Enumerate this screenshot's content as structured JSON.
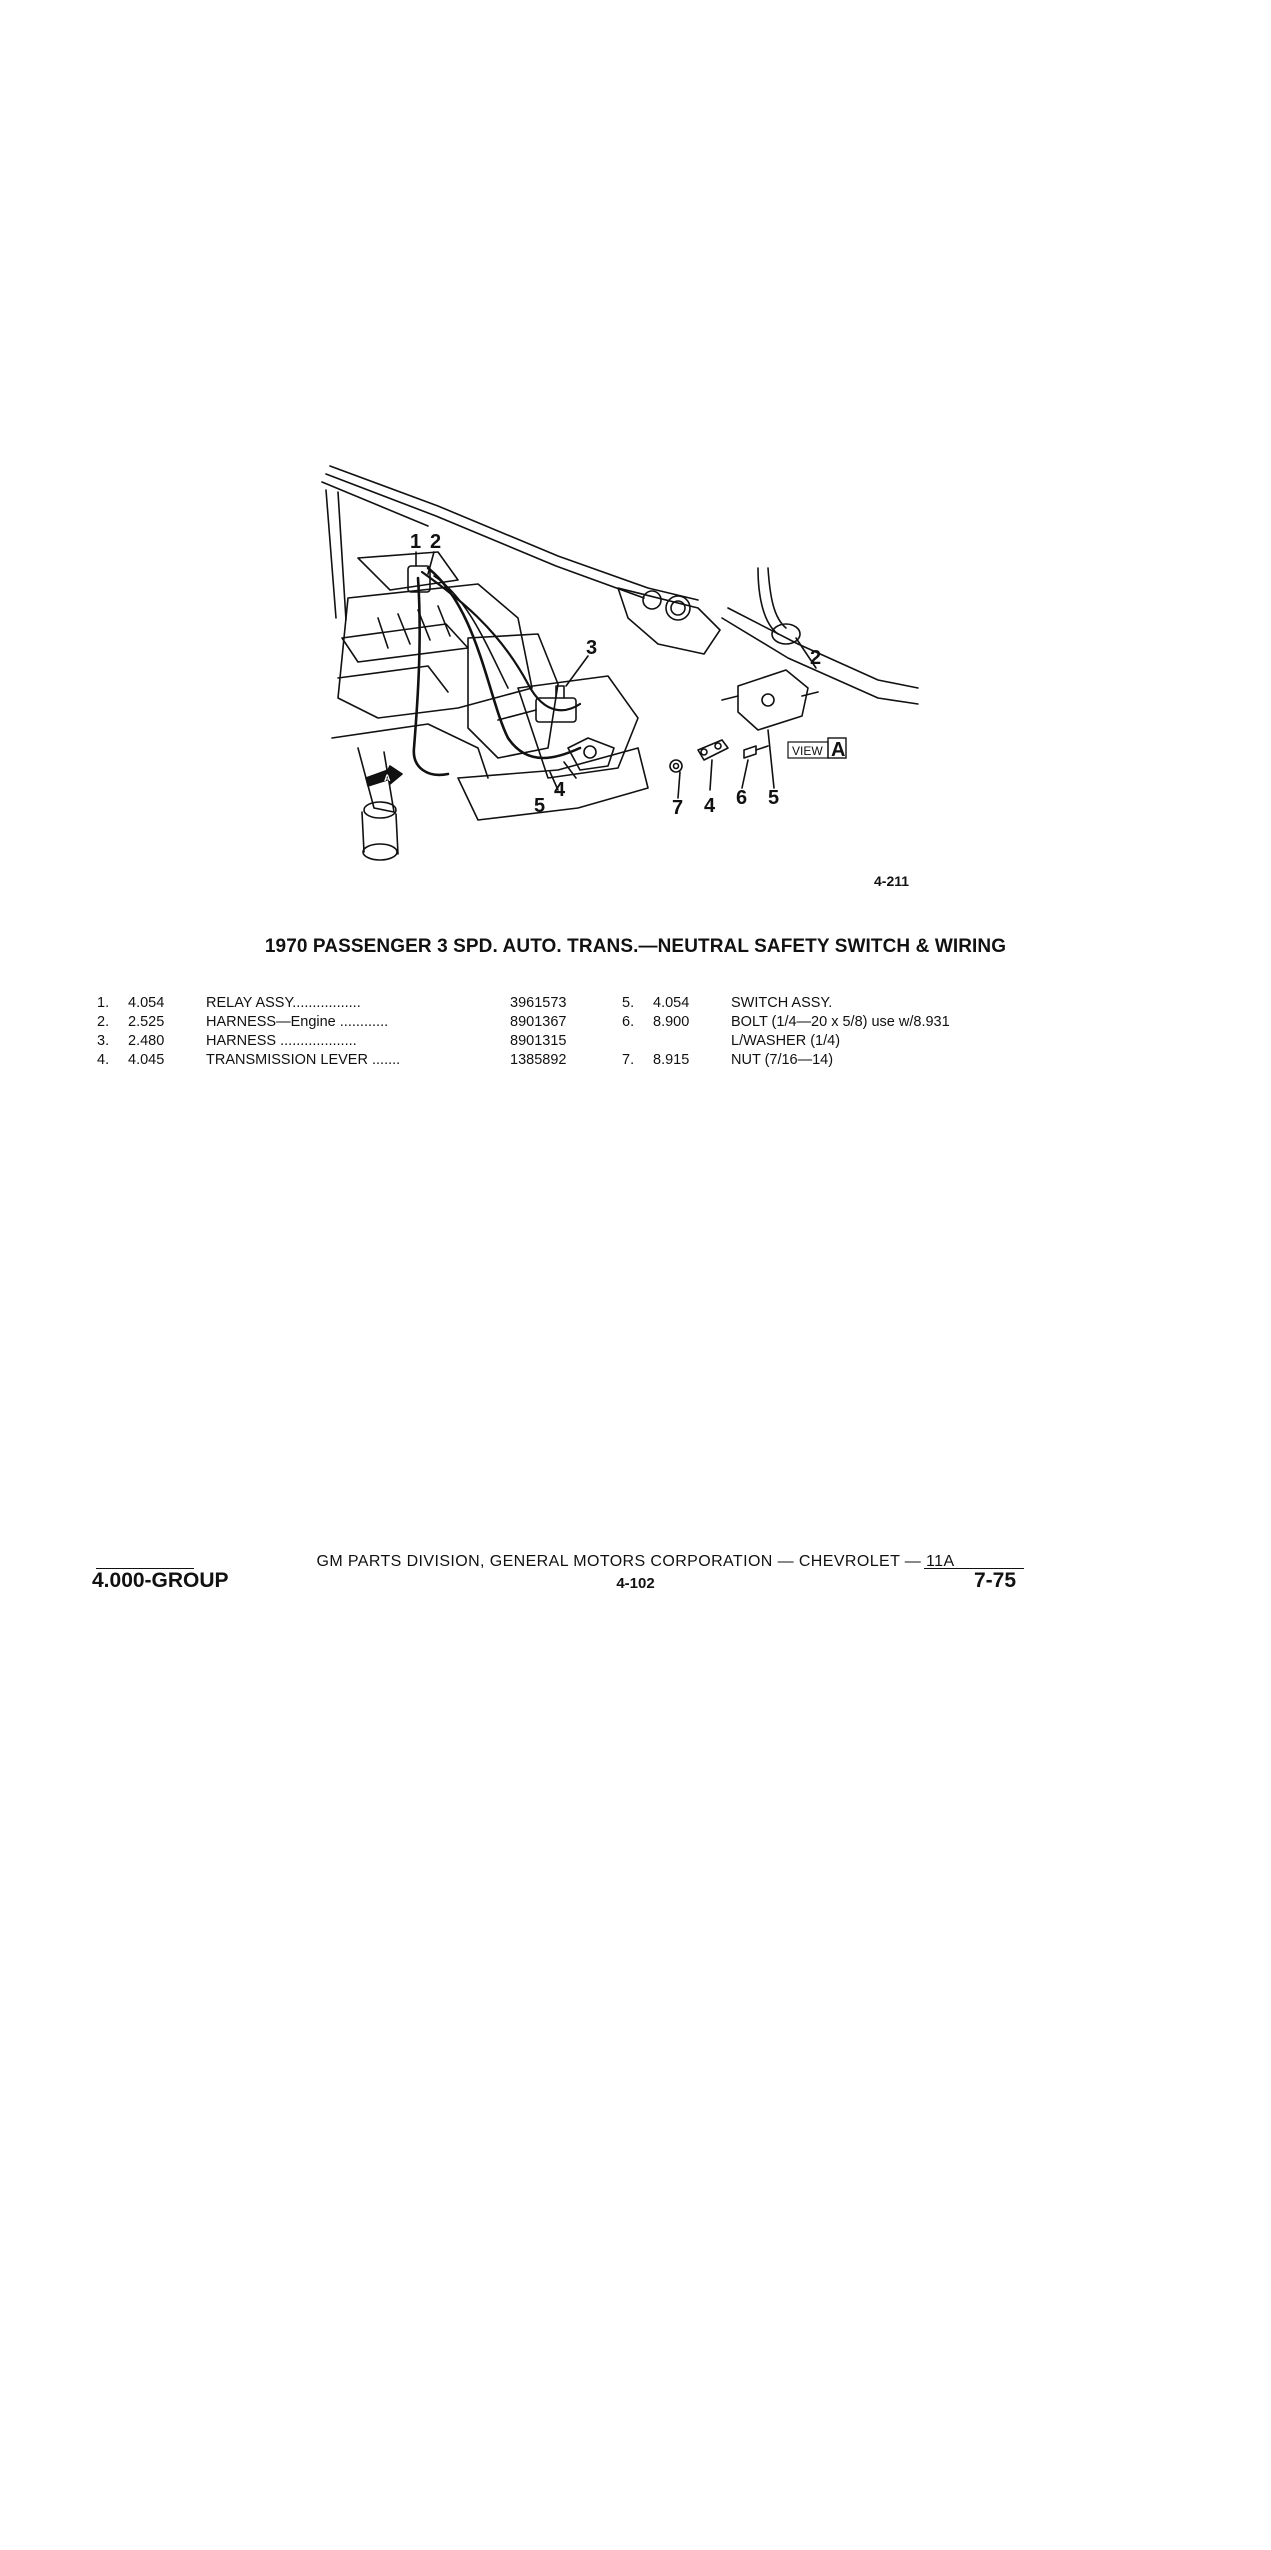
{
  "figure": {
    "callouts": {
      "c1": "1",
      "c2a": "2",
      "c3": "3",
      "c2b": "2",
      "c4a": "4",
      "c5a": "5",
      "c7": "7",
      "c4b": "4",
      "c6": "6",
      "c5b": "5"
    },
    "view_label": "VIEW",
    "view_letter": "A",
    "view_arrow_letter": "A",
    "figure_number": "4-211"
  },
  "caption": "1970 PASSENGER 3 SPD. AUTO. TRANS.—NEUTRAL SAFETY SWITCH & WIRING",
  "parts_left": [
    {
      "no": "1.",
      "grp": "4.054",
      "desc": "RELAY ASSY.................",
      "pn": "3961573"
    },
    {
      "no": "2.",
      "grp": "2.525",
      "desc": "HARNESS—Engine ............",
      "pn": "8901367"
    },
    {
      "no": "3.",
      "grp": "2.480",
      "desc": "HARNESS ...................",
      "pn": "8901315"
    },
    {
      "no": "4.",
      "grp": "4.045",
      "desc": "TRANSMISSION LEVER .......",
      "pn": "1385892"
    }
  ],
  "parts_right": [
    {
      "no": "5.",
      "grp": "4.054",
      "desc": "SWITCH ASSY."
    },
    {
      "no": "6.",
      "grp": "8.900",
      "desc": "BOLT (1/4—20 x 5/8) use w/8.931"
    },
    {
      "no": "",
      "grp": "",
      "desc": "L/WASHER (1/4)"
    },
    {
      "no": "7.",
      "grp": "8.915",
      "desc": "NUT (7/16—14)"
    }
  ],
  "footer": {
    "division": "GM PARTS DIVISION, GENERAL MOTORS CORPORATION — CHEVROLET — 11A",
    "group": "4.000-GROUP",
    "page_code": "4-102",
    "page_number": "7-75"
  }
}
